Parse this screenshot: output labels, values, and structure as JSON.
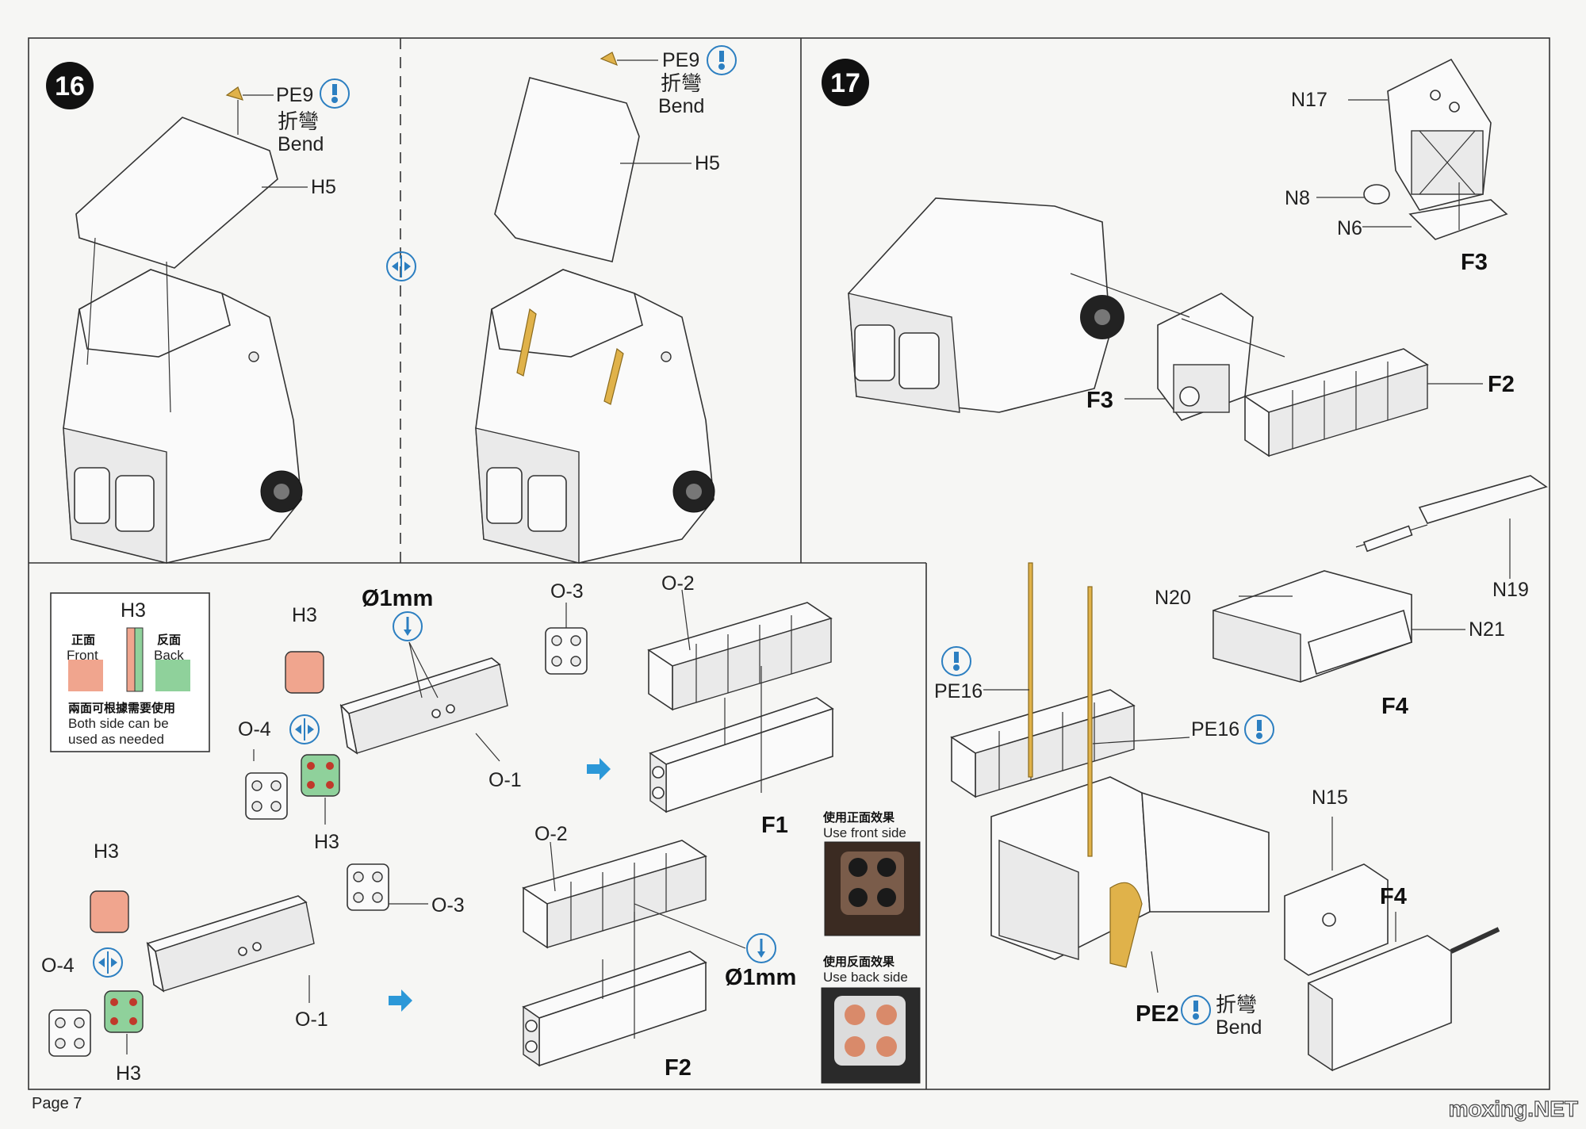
{
  "page_label": "Page 7",
  "watermark": "moxing.NET",
  "steps": {
    "step16": {
      "number": "16",
      "pe9_left": "PE9",
      "bend_cn_left": "折彎",
      "bend_en_left": "Bend",
      "h5_left": "H5",
      "pe9_right": "PE9",
      "bend_cn_right": "折彎",
      "bend_en_right": "Bend",
      "h5_right": "H5"
    },
    "step17": {
      "number": "17",
      "n17": "N17",
      "n8": "N8",
      "n6": "N6",
      "f3_top": "F3",
      "f3_mid": "F3",
      "f2": "F2",
      "n19": "N19",
      "n20": "N20",
      "n21": "N21",
      "f4_top": "F4",
      "pe16_left": "PE16",
      "pe16_right": "PE16",
      "n15": "N15",
      "f4_bottom": "F4",
      "pe2": "PE2",
      "bend_cn": "折彎",
      "bend_en": "Bend"
    },
    "sub": {
      "legend_h3": "H3",
      "legend_front_cn": "正面",
      "legend_front_en": "Front",
      "legend_back_cn": "反面",
      "legend_back_en": "Back",
      "legend_note_cn": "兩面可根據需要使用",
      "legend_note_en1": "Both side can be",
      "legend_note_en2": "used as needed",
      "top_h3_a": "H3",
      "top_h3_b": "H3",
      "top_o4": "O-4",
      "top_o3": "O-3",
      "top_o1": "O-1",
      "top_drill": "Ø1mm",
      "top_o2": "O-2",
      "top_f1": "F1",
      "bot_h3_a": "H3",
      "bot_h3_b": "H3",
      "bot_o4": "O-4",
      "bot_o3": "O-3",
      "bot_o1": "O-1",
      "bot_o2": "O-2",
      "bot_drill": "Ø1mm",
      "bot_f2": "F2",
      "front_effect_cn": "使用正面效果",
      "front_effect_en": "Use front side",
      "back_effect_cn": "使用反面效果",
      "back_effect_en": "Use back side"
    }
  },
  "colors": {
    "photo_etch": "#e0b24a",
    "instruction_blue": "#2c7fc1",
    "front_side": "#f0a58e",
    "back_side": "#8fd19b"
  }
}
